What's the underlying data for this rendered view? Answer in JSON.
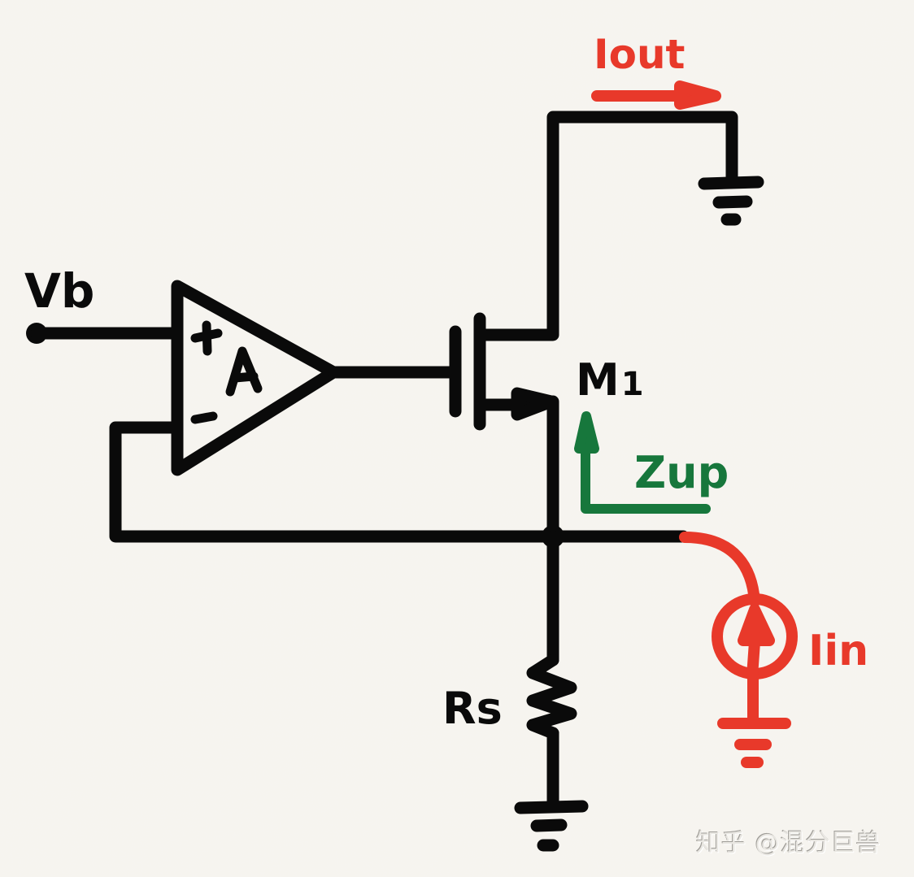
{
  "colors": {
    "background": "#f6f4ef",
    "ink": "#0a0a0a",
    "current_annotation": "#e8392a",
    "impedance_annotation": "#17773c"
  },
  "labels": {
    "vb": "Vb",
    "amp_gain": "A",
    "amp_plus": "+",
    "amp_minus": "−",
    "transistor": "M",
    "transistor_sub": "1",
    "iout": "Iout",
    "zup": "Zup",
    "iin": "Iin",
    "rs": "Rs"
  },
  "watermark": "知乎 @混分巨兽"
}
